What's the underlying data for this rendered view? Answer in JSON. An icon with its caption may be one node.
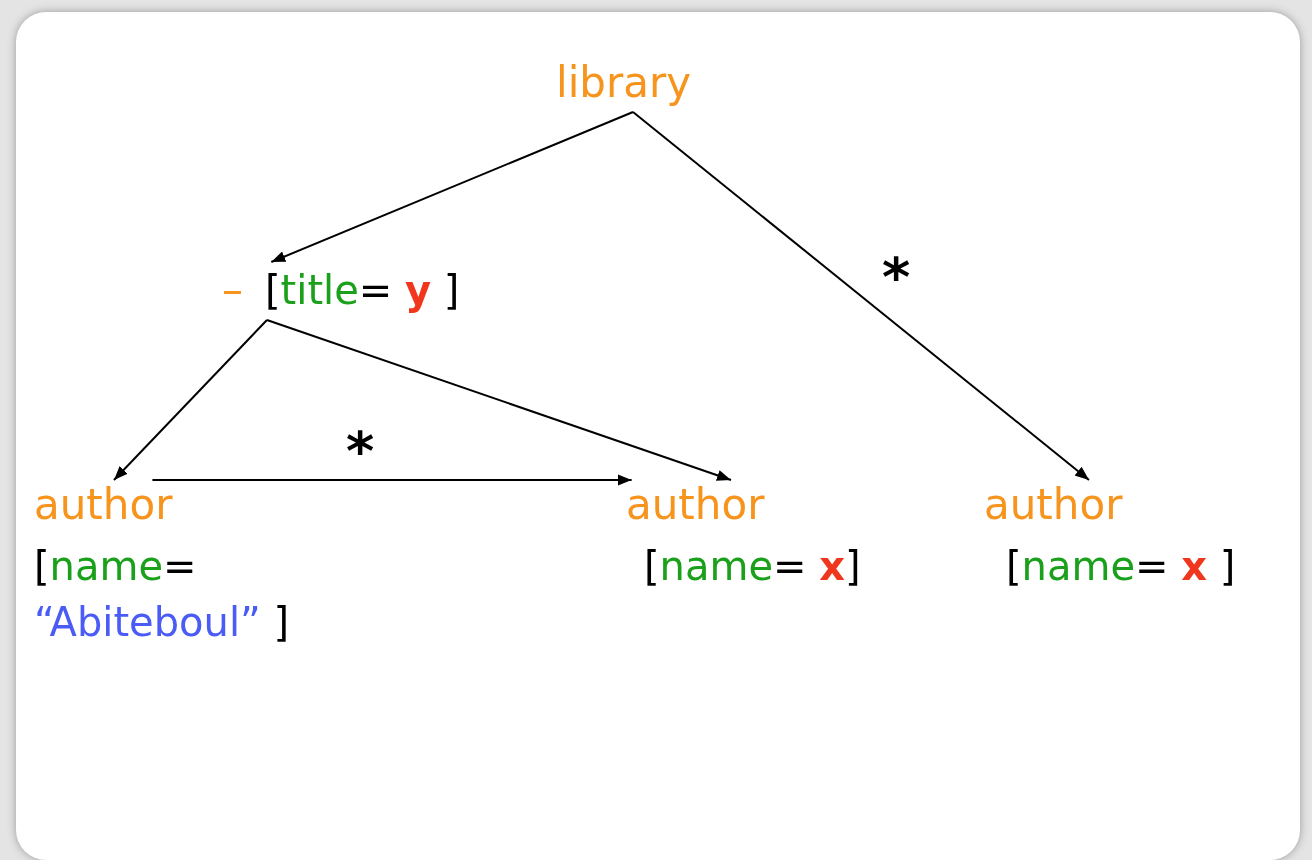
{
  "diagram": {
    "nodes": [
      {
        "text": [
          "library"
        ]
      },
      {
        "text": [
          "–",
          "[title= **y** ]"
        ]
      },
      {
        "text": [
          "author",
          "[name= “Abiteboul” ]"
        ]
      },
      {
        "text": [
          "author",
          "[name= **x**]"
        ]
      },
      {
        "text": [
          "author",
          "[name= **x** ]"
        ]
      }
    ],
    "edges": [
      {
        "from": 0,
        "to": 1,
        "arrow": "to"
      },
      {
        "from": 0,
        "to": 4,
        "arrow": "to",
        "label": "*"
      },
      {
        "from": 1,
        "to": 2,
        "arrow": "to"
      },
      {
        "from": 1,
        "to": 3,
        "arrow": "to"
      },
      {
        "from": 2,
        "to": 3,
        "arrow": "to",
        "label": "*"
      }
    ]
  }
}
